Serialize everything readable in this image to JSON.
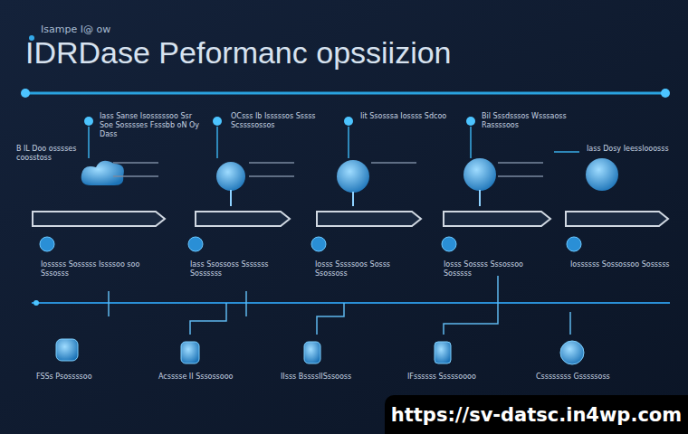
{
  "diagram": {
    "title": "IDRDase Peformanc opssiizion",
    "nodes": [
      {
        "text": [
          "https://sv-datsc.in4wp.com"
        ]
      }
    ],
    "labels": [
      "Isampe I@ ow",
      "B lL Doo osssses coosstoss",
      "Iass Sanse Isosssssoo Ssr Soe Sosssses Fsssbb oN Oy Dass",
      "OCsss Ib Isssssos Sssss Scssssossos",
      "Iit Ssosssa Iossss Sdcoo",
      "Bil Sssdsssos Wsssaoss Rassssoos",
      "Iass Dosy Ieesslooosss",
      "Iosssss Sosssss Issssoo soo Sssosss",
      "Iass Ssossoss Sssssss Sossssss",
      "Iosss Sssssoos Sosss Ssossoss",
      "Iosss Sossss Sssossoo Sosssss",
      "Iossssss Sossossoo Sosssss",
      "FSSs Psossssoo",
      "Acsssse II Sssossooo",
      "IIsss BssssIISssooss",
      "IFssssss Sssssoooo",
      "Cssssssss Gsssssoss"
    ]
  }
}
